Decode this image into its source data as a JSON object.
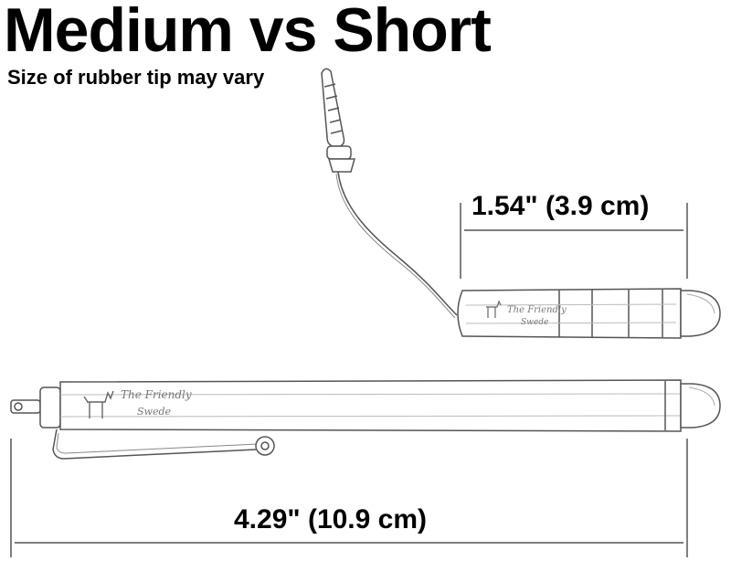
{
  "heading": {
    "title": "Medium vs Short",
    "subtitle": "Size of rubber tip may vary"
  },
  "dimensions": {
    "short_length": "1.54\" (3.9 cm)",
    "long_length": "4.29\" (10.9 cm)"
  },
  "brand": {
    "line1": "The Friendly",
    "line2": "Swede"
  },
  "colors": {
    "outline": "#555555",
    "text": "#000000"
  }
}
